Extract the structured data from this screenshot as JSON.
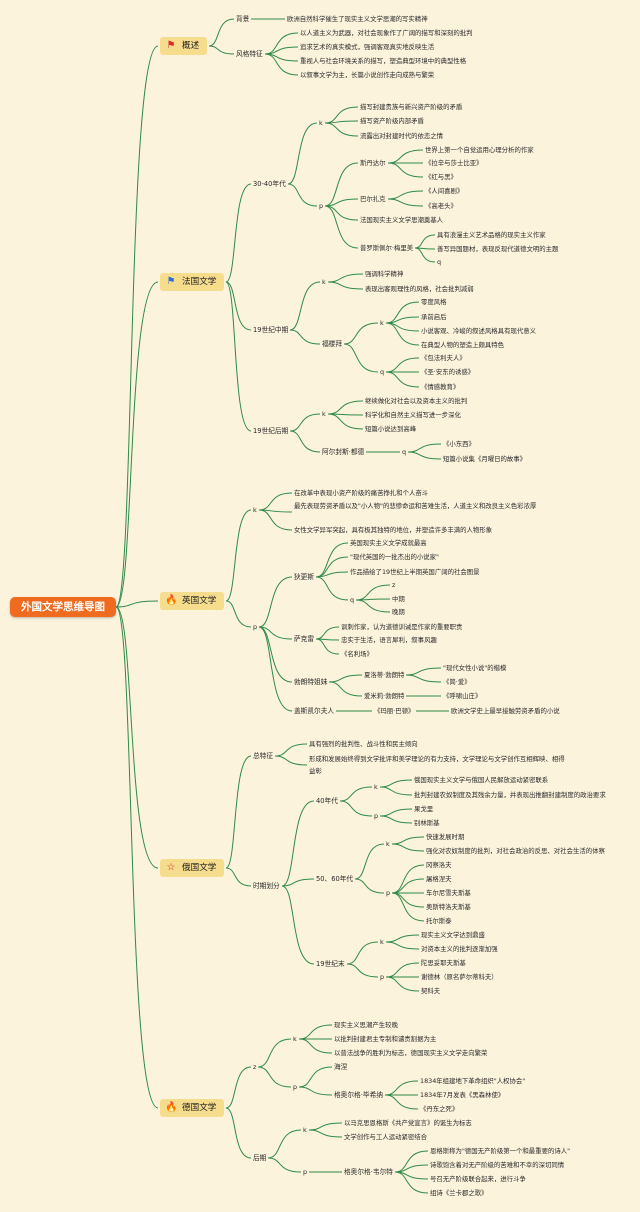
{
  "title": "外国文学思维导图",
  "topics": [
    {
      "label": "概述",
      "icon": "flag-red-icon",
      "glyph": "⚑",
      "color": "#d92c2c"
    },
    {
      "label": "法国文学",
      "icon": "flag-blue-icon",
      "glyph": "⚑",
      "color": "#2a6fd6"
    },
    {
      "label": "英国文学",
      "icon": "fire-icon",
      "glyph": "🔥",
      "color": "#e8501f"
    },
    {
      "label": "俄国文学",
      "icon": "star-icon",
      "glyph": "☆",
      "color": "#d9262c"
    },
    {
      "label": "德国文学",
      "icon": "fire-icon",
      "glyph": "🔥",
      "color": "#e8501f"
    }
  ],
  "overview": {
    "bg": "背景",
    "bg_text": "欧洲自然科学催生了现实主义文学思潮的写实精神",
    "style": "风格特征",
    "items": [
      "以人道主义为武器，对社会现象作了广阔的描写和深刻的批判",
      "追求艺术的真实模式，强调客观真实地反映生活",
      "重视人与社会环境关系的描写，塑造典型环境中的典型性格",
      "以叙事文学为主，长篇小说创作走向成熟与繁荣"
    ]
  },
  "france": {
    "p1": "30-40年代",
    "p1_k": "k",
    "p1_k_items": [
      "描写封建贵族与新兴资产阶级的矛盾",
      "描写资产阶级内部矛盾",
      "流露出对封建时代的依恋之情"
    ],
    "p1_p": "p",
    "stendhal": "斯丹达尔",
    "stendhal_items": [
      "世界上第一个自觉运用心理分析的作家",
      "《拉辛与莎士比亚》",
      "《红与黑》"
    ],
    "balzac": "巴尔扎克",
    "balzac_items": [
      "《人间喜剧》",
      "《高老头》"
    ],
    "founder": "法国现实主义文学思潮奠基人",
    "merimee": "普罗斯佩尔·梅里美",
    "merimee_items": [
      "具有浪漫主义艺术品格的现实主义作家",
      "善写异国题材，表现反现代道德文明的主题",
      "q"
    ],
    "p2": "19世纪中期",
    "p2_k": "k",
    "p2_k_items": [
      "强调科学精神",
      "表现出客观理性的风格，社会批判减弱"
    ],
    "flaubert": "福楼拜",
    "fl_k": "k",
    "fl_k_items": [
      "零度风格",
      "承前启后",
      "小说客观、冷峻的叙述风格具有现代意义",
      "在典型人物的塑造上颇具特色"
    ],
    "fl_q": "q",
    "fl_q_items": [
      "《包法利夫人》",
      "《圣·安东的诱惑》",
      "《情感教育》"
    ],
    "p3": "19世纪后期",
    "p3_k": "k",
    "p3_k_items": [
      "继续做化对社会以及资本主义的批判",
      "科学化和自然主义描写进一步深化",
      "短篇小说达到高峰"
    ],
    "daudet": "阿尔封斯·都德",
    "daudet_q": "q",
    "daudet_items": [
      "《小东西》",
      "短篇小说集《月曜日的故事》"
    ]
  },
  "britain": {
    "k": "k",
    "k_items": [
      "在改革中表现小资产阶级的痛苦挣扎和个人奋斗",
      "最先表现劳资矛盾以及\"小人物\"的悲惨命运和苦难生活，人道主义和改良主义色彩浓厚",
      "女性文学异军突起，具有极其独特的地位，并塑造许多丰满的人物形象"
    ],
    "p": "p",
    "dickens": "狄更斯",
    "dickens_items": [
      "英国现实主义文学成就最高",
      "\"现代英国的一批杰出的小说家\"",
      "作品描绘了19世纪上半期英国广阔的社会图景"
    ],
    "dickens_q": "q",
    "dickens_q_items": [
      "z",
      "中期",
      "晚期"
    ],
    "thackeray": "萨克雷",
    "thackeray_items": [
      "讽刺作家，认为道德训诫是作家的重要职责",
      "忠实于生活，语言犀利，叙事风趣",
      "《名利场》"
    ],
    "bronte": "勃朗特姐妹",
    "charlotte": "夏洛蒂·勃朗特",
    "charlotte_items": [
      "\"现代女性小说\"的楷模",
      "《简·爱》"
    ],
    "emily": "爱米莉·勃朗特",
    "emily_item": "《呼啸山庄》",
    "gaskell": "盖斯凯尔夫人",
    "gaskell_work": "《玛丽·巴顿》",
    "gaskell_note": "欧洲文学史上最早接触劳资矛盾的小说"
  },
  "russia": {
    "general": "总特征",
    "general_items": [
      "具有强烈的批判性、战斗性和民主倾向",
      "形成和发展始终得到文学批评和美学理论的有力支持，文学理论与文学创作互相辉映、相得益彰"
    ],
    "periods": "时期划分",
    "p40": "40年代",
    "p40_k": "k",
    "p40_k_items": [
      "俄国现实主义文学与俄国人民解放运动紧密联系",
      "批判封建农奴制度及其残余力量，并表现出推翻封建制度的政治要求"
    ],
    "p40_p": "p",
    "p40_p_items": [
      "果戈里",
      "别林斯基"
    ],
    "p5060": "50、60年代",
    "p5060_k": "k",
    "p5060_k_items": [
      "快速发展时期",
      "强化对农奴制度的批判，对社会政治的反思、对社会生活的体察"
    ],
    "p5060_p": "p",
    "p5060_p_items": [
      "冈察洛夫",
      "屠格涅夫",
      "车尔尼雪夫斯基",
      "奥斯特洛夫斯基",
      "托尔斯泰"
    ],
    "plate": "19世纪末",
    "plate_k": "k",
    "plate_k_items": [
      "现实主义文学达到鼎盛",
      "对资本主义的批判逐渐加强"
    ],
    "plate_p": "p",
    "plate_p_items": [
      "陀思妥耶夫斯基",
      "谢德林（原名萨尔蒂科夫）",
      "契科夫"
    ]
  },
  "germany": {
    "z": "z",
    "z_k": "k",
    "z_k_items": [
      "现实主义思潮产生较晚",
      "以批判封建君主专制和谴责割据为主",
      "以普法战争的胜利为标志，德国现实主义文学走向繁荣"
    ],
    "z_p": "p",
    "heine": "海涅",
    "buchner": "格奥尔格·毕希纳",
    "buchner_items": [
      "1834年组建地下革命组织\"人权协会\"",
      "1834年7月发表《黑森林使》",
      "《丹东之死》"
    ],
    "late": "后期",
    "late_k": "k",
    "late_k_items": [
      "以马克思恩格斯《共产党宣言》的诞生为标志",
      "文学创作与工人运动紧密结合"
    ],
    "late_p": "p",
    "weerth": "格奥尔格·韦尔特",
    "weerth_items": [
      "恩格斯称为\"德国无产阶级第一个和最重要的诗人\"",
      "诗歌饱含着对无产阶级的苦难和不幸的深切同情",
      "号召无产阶级联合起来，进行斗争",
      "组诗《兰卡郡之歌》"
    ]
  }
}
